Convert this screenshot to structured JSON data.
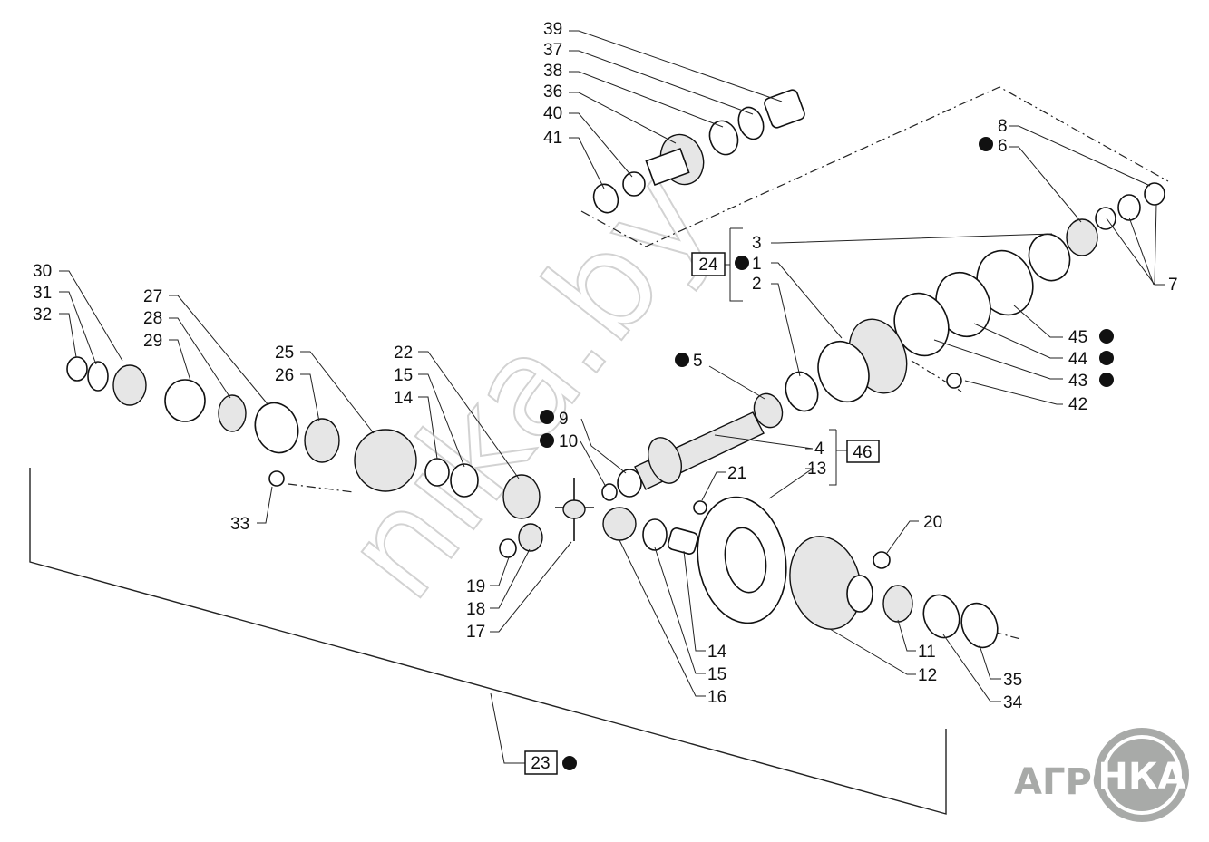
{
  "watermark": "nika.by",
  "logo": {
    "left_text": "АГРО",
    "circle_text": "НКА"
  },
  "callouts": {
    "n39": "39",
    "n37": "37",
    "n38": "38",
    "n36": "36",
    "n40": "40",
    "n41": "41",
    "n8": "8",
    "n6": "6",
    "n3": "3",
    "n1": "1",
    "n2": "2",
    "n7": "7",
    "n45": "45",
    "n44": "44",
    "n43": "43",
    "n42": "42",
    "n5": "5",
    "n30": "30",
    "n31": "31",
    "n32": "32",
    "n27": "27",
    "n28": "28",
    "n29": "29",
    "n25": "25",
    "n26": "26",
    "n22": "22",
    "n15a": "15",
    "n14a": "14",
    "n9": "9",
    "n10": "10",
    "n4": "4",
    "n13": "13",
    "n21": "21",
    "n20": "20",
    "n33": "33",
    "n19": "19",
    "n18": "18",
    "n17": "17",
    "n14b": "14",
    "n15b": "15",
    "n16": "16",
    "n11": "11",
    "n12": "12",
    "n35": "35",
    "n34": "34"
  },
  "boxes": {
    "b24": "24",
    "b46": "46",
    "b23": "23"
  }
}
